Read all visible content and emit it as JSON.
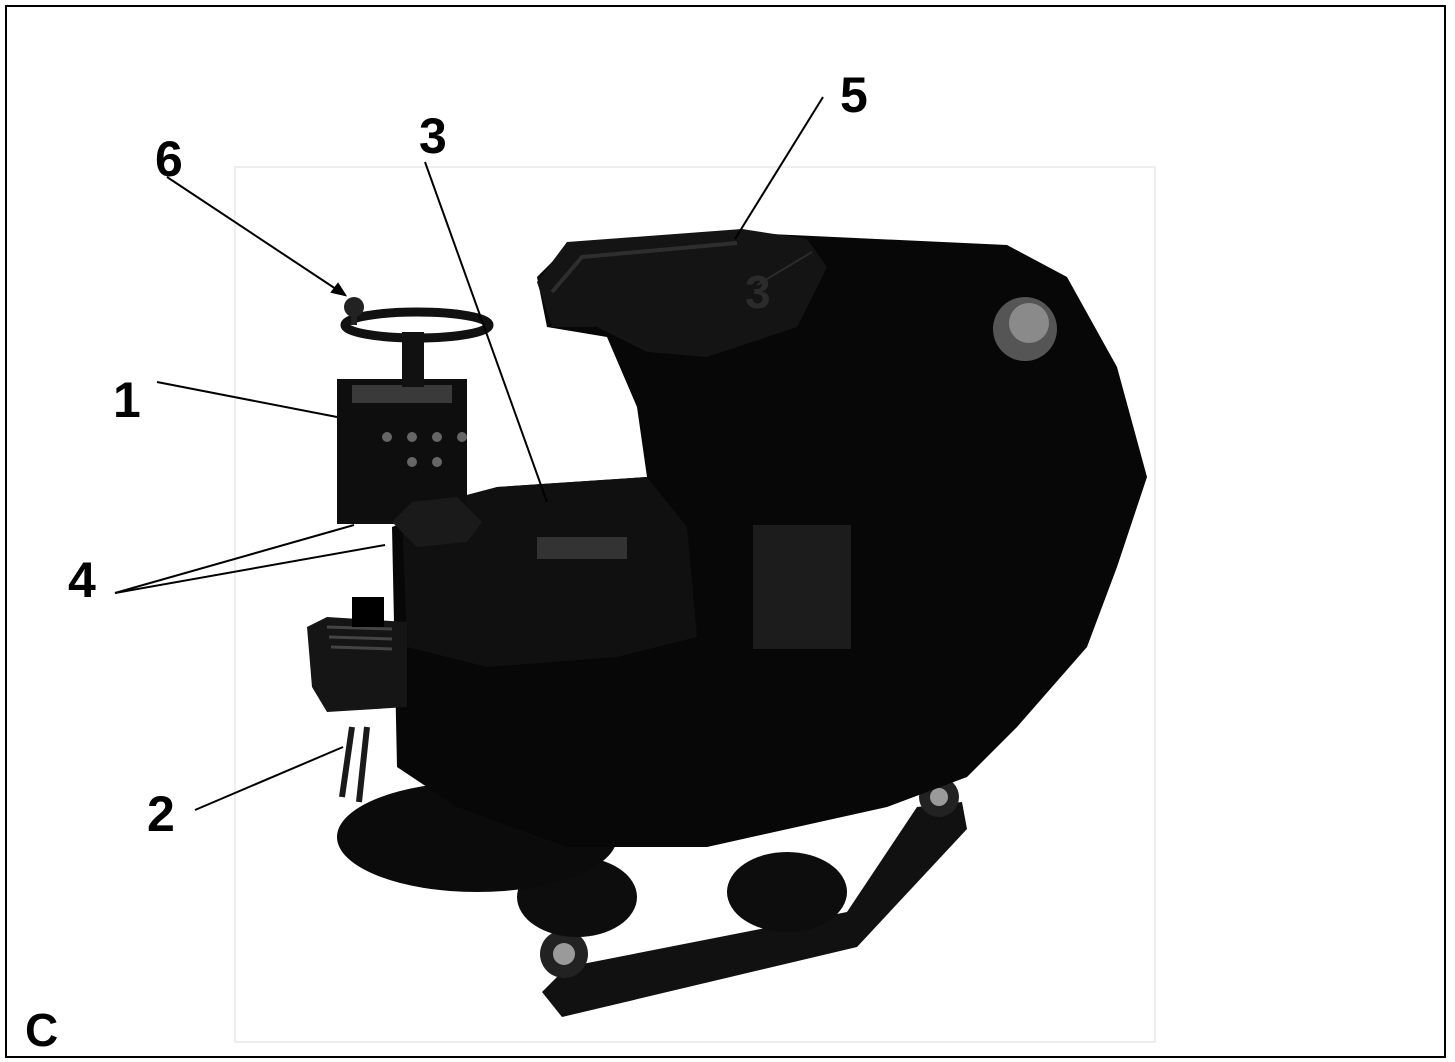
{
  "panel_label": "C",
  "callouts": {
    "c1": "1",
    "c2": "2",
    "c3_top": "3",
    "c3_seat": "3",
    "c4": "4",
    "c5": "5",
    "c6": "6"
  }
}
